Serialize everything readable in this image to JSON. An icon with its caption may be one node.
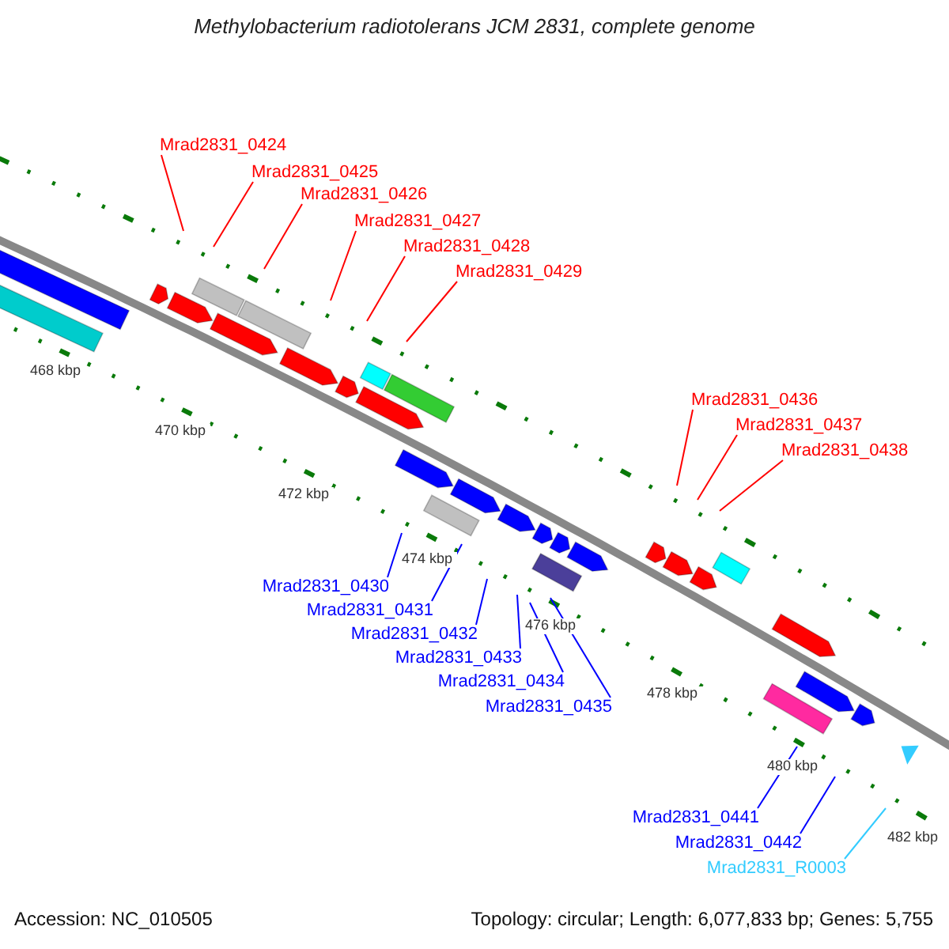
{
  "diagram": {
    "title": "Methylobacterium radiotolerans JCM 2831, complete genome",
    "nodes": [
      {
        "text": [
          "Mrad2831_0424"
        ]
      },
      {
        "text": [
          "Mrad2831_0425"
        ]
      },
      {
        "text": [
          "Mrad2831_0426"
        ]
      },
      {
        "text": [
          "Mrad2831_0427"
        ]
      },
      {
        "text": [
          "Mrad2831_0428"
        ]
      },
      {
        "text": [
          "Mrad2831_0429"
        ]
      },
      {
        "text": [
          "Mrad2831_0436"
        ]
      },
      {
        "text": [
          "Mrad2831_0437"
        ]
      },
      {
        "text": [
          "Mrad2831_0438"
        ]
      },
      {
        "text": [
          "Mrad2831_0430"
        ]
      },
      {
        "text": [
          "Mrad2831_0431"
        ]
      },
      {
        "text": [
          "Mrad2831_0432"
        ]
      },
      {
        "text": [
          "Mrad2831_0433"
        ]
      },
      {
        "text": [
          "Mrad2831_0434"
        ]
      },
      {
        "text": [
          "Mrad2831_0435"
        ]
      },
      {
        "text": [
          "Mrad2831_0441"
        ]
      },
      {
        "text": [
          "Mrad2831_0442"
        ]
      },
      {
        "text": [
          "Mrad2831_R0003"
        ]
      }
    ],
    "edges": [
      {
        "from": 0,
        "to": null,
        "arrow": "none"
      },
      {
        "from": 1,
        "to": null,
        "arrow": "none"
      },
      {
        "from": 2,
        "to": null,
        "arrow": "none"
      },
      {
        "from": 3,
        "to": null,
        "arrow": "none"
      },
      {
        "from": 4,
        "to": null,
        "arrow": "none"
      },
      {
        "from": 5,
        "to": null,
        "arrow": "none"
      },
      {
        "from": 6,
        "to": null,
        "arrow": "none"
      },
      {
        "from": 7,
        "to": null,
        "arrow": "none"
      },
      {
        "from": 8,
        "to": null,
        "arrow": "none"
      },
      {
        "from": 9,
        "to": null,
        "arrow": "none",
        "color": "#0000ff"
      },
      {
        "from": 10,
        "to": null,
        "arrow": "none",
        "color": "#0000ff"
      },
      {
        "from": 11,
        "to": null,
        "arrow": "none",
        "color": "#0000ff"
      },
      {
        "from": 12,
        "to": null,
        "arrow": "none",
        "color": "#0000ff"
      },
      {
        "from": 13,
        "to": null,
        "arrow": "none",
        "color": "#0000ff"
      },
      {
        "from": 14,
        "to": null,
        "arrow": "none",
        "color": "#0000ff"
      },
      {
        "from": 15,
        "to": null,
        "arrow": "none",
        "color": "#0000ff"
      },
      {
        "from": 16,
        "to": null,
        "arrow": "none",
        "color": "#0000ff"
      },
      {
        "from": 17,
        "to": null,
        "arrow": "none",
        "color": "#33ccff"
      }
    ],
    "labels": [
      "468 kbp",
      "470 kbp",
      "472 kbp",
      "474 kbp",
      "476 kbp",
      "478 kbp",
      "480 kbp",
      "482 kbp",
      "Accession: NC_010505",
      "Topology: circular; Length: 6,077,833 bp; Genes: 5,755"
    ]
  }
}
